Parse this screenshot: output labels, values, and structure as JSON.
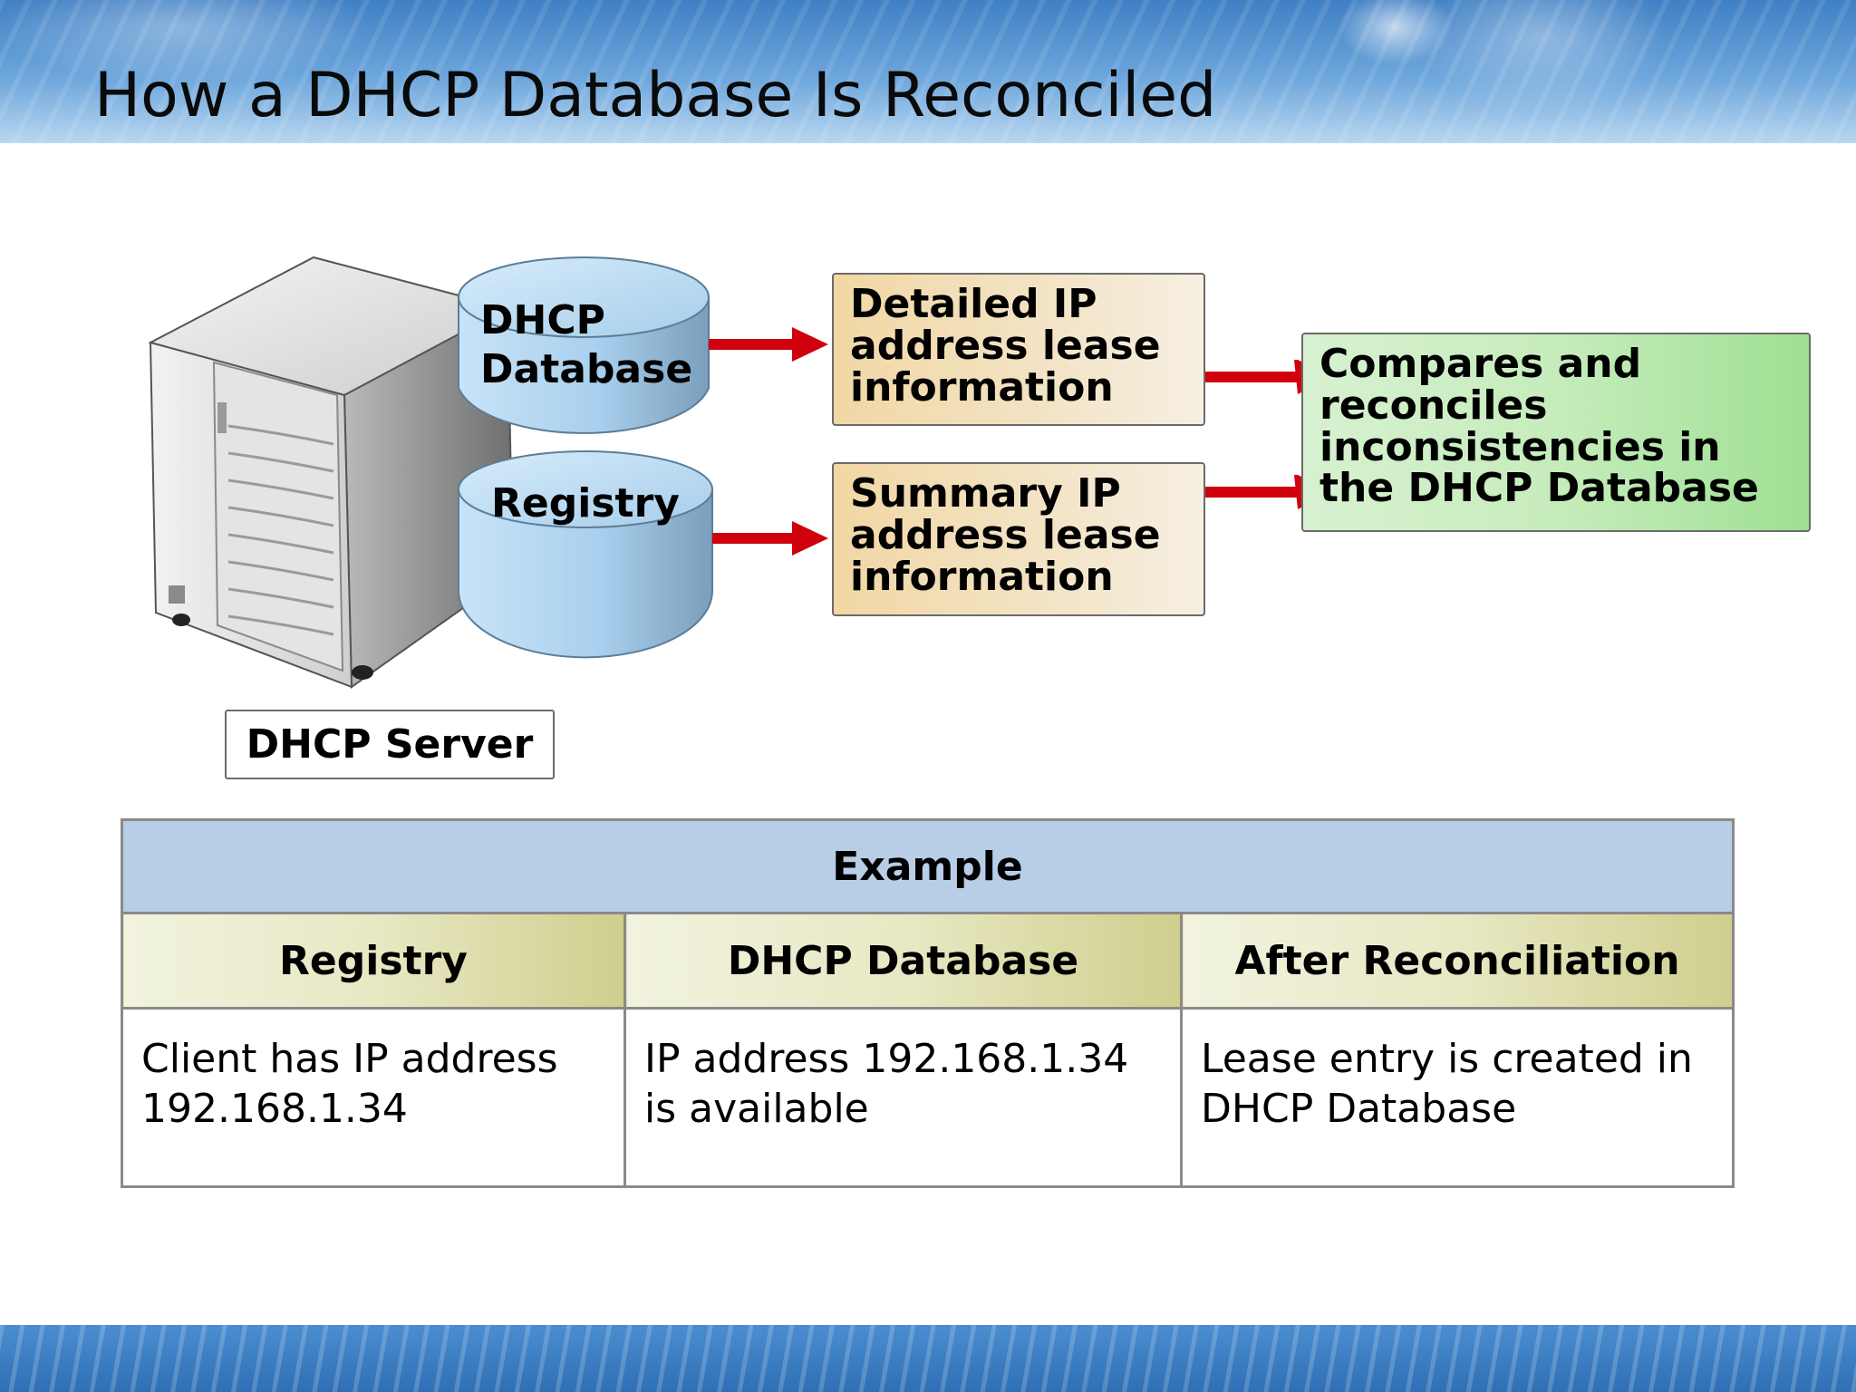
{
  "slide": {
    "title": "How a DHCP Database Is Reconciled"
  },
  "diagram": {
    "server_icon": "server-tower-icon",
    "server_label": "DHCP Server",
    "cylinders": [
      {
        "lines": [
          "DHCP",
          "Database"
        ]
      },
      {
        "lines": [
          "Registry"
        ]
      }
    ],
    "detailed_box": "Detailed IP address lease information",
    "summary_box": "Summary IP address lease information",
    "compare_box": "Compares and reconciles inconsistencies in the DHCP Database",
    "arrow_color": "#d0000c",
    "cylinder_color": "#a9d0ee",
    "tan_color": "#f1d7a5",
    "green_color": "#c6ecbc"
  },
  "table": {
    "title": "Example",
    "headers": [
      "Registry",
      "DHCP Database",
      "After Reconciliation"
    ],
    "rows": [
      [
        "Client has IP address 192.168.1.34",
        "IP address 192.168.1.34 is available",
        "Lease entry is created in DHCP Database"
      ]
    ]
  }
}
